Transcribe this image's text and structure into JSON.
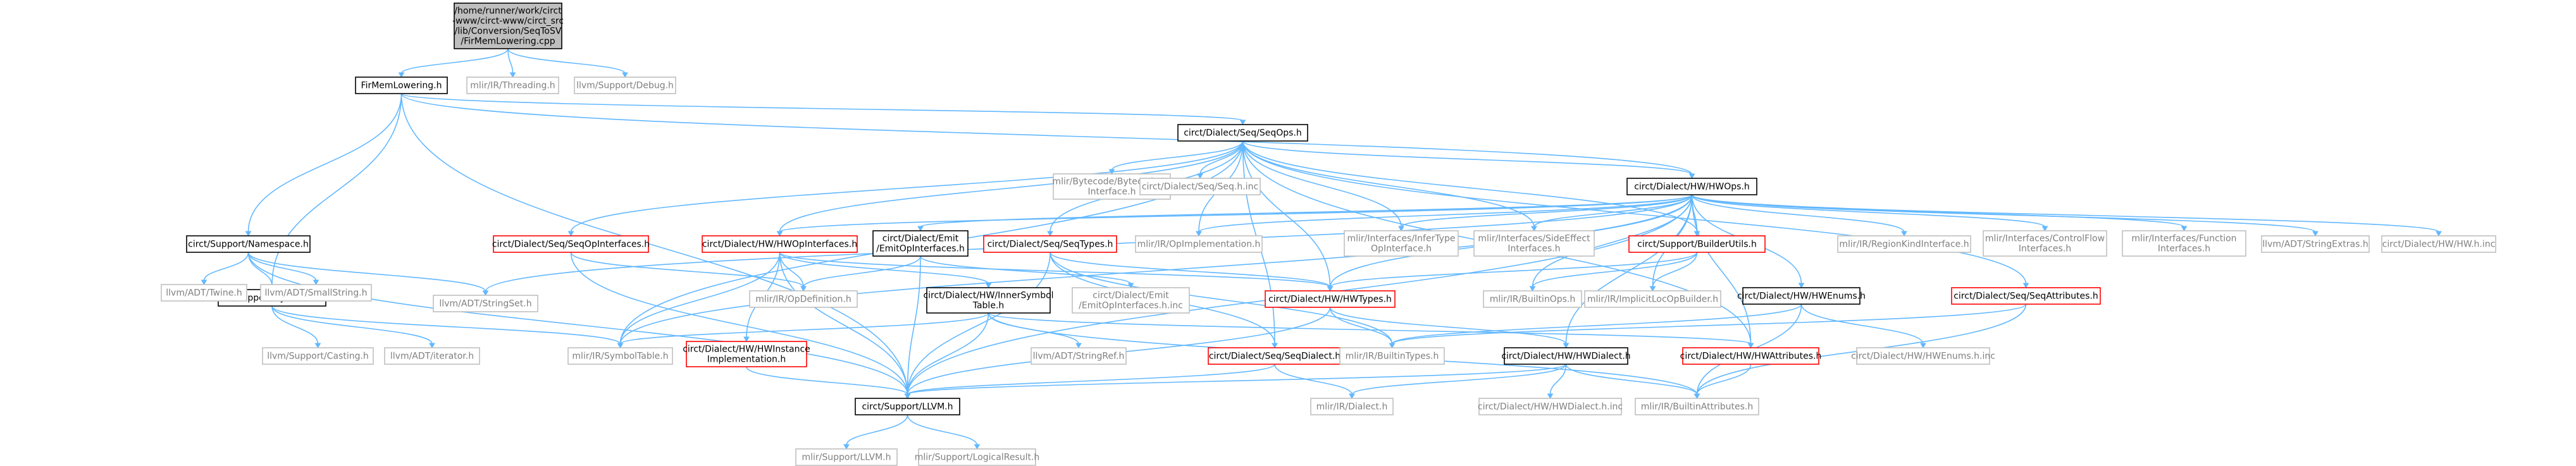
{
  "graph": {
    "nodes": [
      {
        "id": "root",
        "lines": [
          "/home/runner/work/circt",
          "-www/circt-www/circt_src",
          "/lib/Conversion/SeqToSV",
          "/FirMemLowering.cpp"
        ],
        "kind": "root"
      },
      {
        "id": "firmemlowering",
        "lines": [
          "FirMemLowering.h"
        ],
        "kind": "normal"
      },
      {
        "id": "mlir_threading",
        "lines": [
          "mlir/IR/Threading.h"
        ],
        "kind": "external"
      },
      {
        "id": "llvm_debug",
        "lines": [
          "llvm/Support/Debug.h"
        ],
        "kind": "external"
      },
      {
        "id": "seqops",
        "lines": [
          "circt/Dialect/Seq/SeqOps.h"
        ],
        "kind": "normal"
      },
      {
        "id": "namespace",
        "lines": [
          "circt/Support/Namespace.h"
        ],
        "kind": "normal"
      },
      {
        "id": "symcache",
        "lines": [
          "circt/Support/SymCache.h"
        ],
        "kind": "normal"
      },
      {
        "id": "llvm_twine",
        "lines": [
          "llvm/ADT/Twine.h"
        ],
        "kind": "external"
      },
      {
        "id": "llvm_smallstring",
        "lines": [
          "llvm/ADT/SmallString.h"
        ],
        "kind": "external"
      },
      {
        "id": "llvm_stringset",
        "lines": [
          "llvm/ADT/StringSet.h"
        ],
        "kind": "external"
      },
      {
        "id": "llvm_casting",
        "lines": [
          "llvm/Support/Casting.h"
        ],
        "kind": "external"
      },
      {
        "id": "llvm_iterator",
        "lines": [
          "llvm/ADT/iterator.h"
        ],
        "kind": "external"
      },
      {
        "id": "mlir_symboltable",
        "lines": [
          "mlir/IR/SymbolTable.h"
        ],
        "kind": "external"
      },
      {
        "id": "circt_llvm",
        "lines": [
          "circt/Support/LLVM.h"
        ],
        "kind": "normal"
      },
      {
        "id": "mlir_support_llvm",
        "lines": [
          "mlir/Support/LLVM.h"
        ],
        "kind": "external"
      },
      {
        "id": "mlir_logicalresult",
        "lines": [
          "mlir/Support/LogicalResult.h"
        ],
        "kind": "external"
      },
      {
        "id": "seqopinterfaces",
        "lines": [
          "circt/Dialect/Seq/SeqOpInterfaces.h"
        ],
        "kind": "red"
      },
      {
        "id": "mlir_bytecode",
        "lines": [
          "mlir/Bytecode/BytecodeOp",
          "Interface.h"
        ],
        "kind": "external"
      },
      {
        "id": "seq_inc",
        "lines": [
          "circt/Dialect/Seq/Seq.h.inc"
        ],
        "kind": "external"
      },
      {
        "id": "hwops",
        "lines": [
          "circt/Dialect/HW/HWOps.h"
        ],
        "kind": "normal"
      },
      {
        "id": "hwopinterfaces",
        "lines": [
          "circt/Dialect/HW/HWOpInterfaces.h"
        ],
        "kind": "red"
      },
      {
        "id": "emitopinterfaces",
        "lines": [
          "circt/Dialect/Emit",
          "/EmitOpInterfaces.h"
        ],
        "kind": "normal"
      },
      {
        "id": "seqtypes",
        "lines": [
          "circt/Dialect/Seq/SeqTypes.h"
        ],
        "kind": "red"
      },
      {
        "id": "mlir_opimpl",
        "lines": [
          "mlir/IR/OpImplementation.h"
        ],
        "kind": "external"
      },
      {
        "id": "mlir_infertype",
        "lines": [
          "mlir/Interfaces/InferType",
          "OpInterface.h"
        ],
        "kind": "external"
      },
      {
        "id": "mlir_sideeffect",
        "lines": [
          "mlir/Interfaces/SideEffect",
          "Interfaces.h"
        ],
        "kind": "external"
      },
      {
        "id": "builderutils",
        "lines": [
          "circt/Support/BuilderUtils.h"
        ],
        "kind": "red"
      },
      {
        "id": "mlir_regionkind",
        "lines": [
          "mlir/IR/RegionKindInterface.h"
        ],
        "kind": "external"
      },
      {
        "id": "mlir_controlflow",
        "lines": [
          "mlir/Interfaces/ControlFlow",
          "Interfaces.h"
        ],
        "kind": "external"
      },
      {
        "id": "mlir_function",
        "lines": [
          "mlir/Interfaces/Function",
          "Interfaces.h"
        ],
        "kind": "external"
      },
      {
        "id": "llvm_stringextras",
        "lines": [
          "llvm/ADT/StringExtras.h"
        ],
        "kind": "external"
      },
      {
        "id": "hw_inc",
        "lines": [
          "circt/Dialect/HW/HW.h.inc"
        ],
        "kind": "external"
      },
      {
        "id": "mlir_opdefinition",
        "lines": [
          "mlir/IR/OpDefinition.h"
        ],
        "kind": "external"
      },
      {
        "id": "innersymboltable",
        "lines": [
          "circt/Dialect/HW/InnerSymbol",
          "Table.h"
        ],
        "kind": "normal"
      },
      {
        "id": "emitopinterfaces_inc",
        "lines": [
          "circt/Dialect/Emit",
          "/EmitOpInterfaces.h.inc"
        ],
        "kind": "external"
      },
      {
        "id": "hwtypes",
        "lines": [
          "circt/Dialect/HW/HWTypes.h"
        ],
        "kind": "red"
      },
      {
        "id": "mlir_builtinops",
        "lines": [
          "mlir/IR/BuiltinOps.h"
        ],
        "kind": "external"
      },
      {
        "id": "mlir_implicitlocop",
        "lines": [
          "mlir/IR/ImplicitLocOpBuilder.h"
        ],
        "kind": "external"
      },
      {
        "id": "hwenums",
        "lines": [
          "circt/Dialect/HW/HWEnums.h"
        ],
        "kind": "normal"
      },
      {
        "id": "seqattributes",
        "lines": [
          "circt/Dialect/Seq/SeqAttributes.h"
        ],
        "kind": "red"
      },
      {
        "id": "hwinstanceimpl",
        "lines": [
          "circt/Dialect/HW/HWInstance",
          "Implementation.h"
        ],
        "kind": "red"
      },
      {
        "id": "llvm_stringref",
        "lines": [
          "llvm/ADT/StringRef.h"
        ],
        "kind": "external"
      },
      {
        "id": "seqdialect",
        "lines": [
          "circt/Dialect/Seq/SeqDialect.h"
        ],
        "kind": "red"
      },
      {
        "id": "mlir_builtintypes",
        "lines": [
          "mlir/IR/BuiltinTypes.h"
        ],
        "kind": "external"
      },
      {
        "id": "hwdialect",
        "lines": [
          "circt/Dialect/HW/HWDialect.h"
        ],
        "kind": "normal"
      },
      {
        "id": "hwattributes",
        "lines": [
          "circt/Dialect/HW/HWAttributes.h"
        ],
        "kind": "red"
      },
      {
        "id": "hwenums_inc",
        "lines": [
          "circt/Dialect/HW/HWEnums.h.inc"
        ],
        "kind": "external"
      },
      {
        "id": "mlir_dialect",
        "lines": [
          "mlir/IR/Dialect.h"
        ],
        "kind": "external"
      },
      {
        "id": "hwdialect_inc",
        "lines": [
          "circt/Dialect/HW/HWDialect.h.inc"
        ],
        "kind": "external"
      },
      {
        "id": "mlir_builtinattributes",
        "lines": [
          "mlir/IR/BuiltinAttributes.h"
        ],
        "kind": "external"
      }
    ],
    "edges": [
      [
        "root",
        "firmemlowering"
      ],
      [
        "root",
        "mlir_threading"
      ],
      [
        "root",
        "llvm_debug"
      ],
      [
        "firmemlowering",
        "seqops"
      ],
      [
        "firmemlowering",
        "namespace"
      ],
      [
        "firmemlowering",
        "symcache"
      ],
      [
        "firmemlowering",
        "circt_llvm"
      ],
      [
        "firmemlowering",
        "hwops"
      ],
      [
        "namespace",
        "llvm_twine"
      ],
      [
        "namespace",
        "llvm_smallstring"
      ],
      [
        "namespace",
        "llvm_stringset"
      ],
      [
        "namespace",
        "symcache"
      ],
      [
        "namespace",
        "circt_llvm"
      ],
      [
        "symcache",
        "llvm_casting"
      ],
      [
        "symcache",
        "llvm_iterator"
      ],
      [
        "symcache",
        "mlir_symboltable"
      ],
      [
        "circt_llvm",
        "mlir_support_llvm"
      ],
      [
        "circt_llvm",
        "mlir_logicalresult"
      ],
      [
        "seqops",
        "seqopinterfaces"
      ],
      [
        "seqops",
        "mlir_bytecode"
      ],
      [
        "seqops",
        "seq_inc"
      ],
      [
        "seqops",
        "hwops"
      ],
      [
        "seqops",
        "hwopinterfaces"
      ],
      [
        "seqops",
        "seqtypes"
      ],
      [
        "seqops",
        "mlir_opimpl"
      ],
      [
        "seqops",
        "mlir_infertype"
      ],
      [
        "seqops",
        "mlir_sideeffect"
      ],
      [
        "seqops",
        "builderutils"
      ],
      [
        "seqops",
        "hwtypes"
      ],
      [
        "seqops",
        "seqdialect"
      ],
      [
        "seqops",
        "seqattributes"
      ],
      [
        "seqops",
        "mlir_symboltable"
      ],
      [
        "seqops",
        "hwattributes"
      ],
      [
        "seqopinterfaces",
        "mlir_opdefinition"
      ],
      [
        "seqopinterfaces",
        "circt_llvm"
      ],
      [
        "hwops",
        "hwopinterfaces"
      ],
      [
        "hwops",
        "emitopinterfaces"
      ],
      [
        "hwops",
        "mlir_opimpl"
      ],
      [
        "hwops",
        "mlir_infertype"
      ],
      [
        "hwops",
        "mlir_sideeffect"
      ],
      [
        "hwops",
        "builderutils"
      ],
      [
        "hwops",
        "mlir_regionkind"
      ],
      [
        "hwops",
        "mlir_controlflow"
      ],
      [
        "hwops",
        "mlir_function"
      ],
      [
        "hwops",
        "llvm_stringextras"
      ],
      [
        "hwops",
        "hw_inc"
      ],
      [
        "hwops",
        "hwtypes"
      ],
      [
        "hwops",
        "mlir_builtinops"
      ],
      [
        "hwops",
        "mlir_implicitlocop"
      ],
      [
        "hwops",
        "hwenums"
      ],
      [
        "hwops",
        "hwdialect"
      ],
      [
        "hwops",
        "hwattributes"
      ],
      [
        "hwops",
        "mlir_symboltable"
      ],
      [
        "hwops",
        "llvm_stringset"
      ],
      [
        "hwops",
        "circt_llvm"
      ],
      [
        "hwopinterfaces",
        "mlir_opdefinition"
      ],
      [
        "hwopinterfaces",
        "innersymboltable"
      ],
      [
        "hwopinterfaces",
        "hwtypes"
      ],
      [
        "hwopinterfaces",
        "mlir_symboltable"
      ],
      [
        "hwopinterfaces",
        "hwinstanceimpl"
      ],
      [
        "hwopinterfaces",
        "circt_llvm"
      ],
      [
        "emitopinterfaces",
        "emitopinterfaces_inc"
      ],
      [
        "emitopinterfaces",
        "mlir_opdefinition"
      ],
      [
        "emitopinterfaces",
        "circt_llvm"
      ],
      [
        "seqtypes",
        "hwtypes"
      ],
      [
        "seqtypes",
        "seqdialect"
      ],
      [
        "seqtypes",
        "mlir_builtintypes"
      ],
      [
        "seqtypes",
        "circt_llvm"
      ],
      [
        "builderutils",
        "mlir_builtinops"
      ],
      [
        "builderutils",
        "mlir_implicitlocop"
      ],
      [
        "builderutils",
        "hwtypes"
      ],
      [
        "innersymboltable",
        "llvm_stringref"
      ],
      [
        "innersymboltable",
        "mlir_symboltable"
      ],
      [
        "innersymboltable",
        "circt_llvm"
      ],
      [
        "innersymboltable",
        "mlir_builtinattributes"
      ],
      [
        "innersymboltable",
        "hwattributes"
      ],
      [
        "hwtypes",
        "mlir_builtintypes"
      ],
      [
        "hwtypes",
        "hwdialect"
      ],
      [
        "hwtypes",
        "circt_llvm"
      ],
      [
        "hwenums",
        "hwenums_inc"
      ],
      [
        "hwenums",
        "mlir_builtinattributes"
      ],
      [
        "hwenums",
        "mlir_builtintypes"
      ],
      [
        "seqattributes",
        "mlir_builtinattributes"
      ],
      [
        "seqattributes",
        "mlir_builtintypes"
      ],
      [
        "hwinstanceimpl",
        "circt_llvm"
      ],
      [
        "seqdialect",
        "mlir_dialect"
      ],
      [
        "seqdialect",
        "circt_llvm"
      ],
      [
        "hwdialect",
        "mlir_dialect"
      ],
      [
        "hwdialect",
        "hwdialect_inc"
      ],
      [
        "hwdialect",
        "circt_llvm"
      ],
      [
        "hwdialect",
        "mlir_builtinattributes"
      ],
      [
        "hwattributes",
        "mlir_builtinattributes"
      ]
    ]
  },
  "colors": {
    "edge": "#63b8ff",
    "node_border": "#000000",
    "external_border": "#bfbfbf",
    "red_border": "#ff0000",
    "root_fill": "#bfbfbf",
    "external_text": "#7f7f7f",
    "text": "#000000"
  }
}
